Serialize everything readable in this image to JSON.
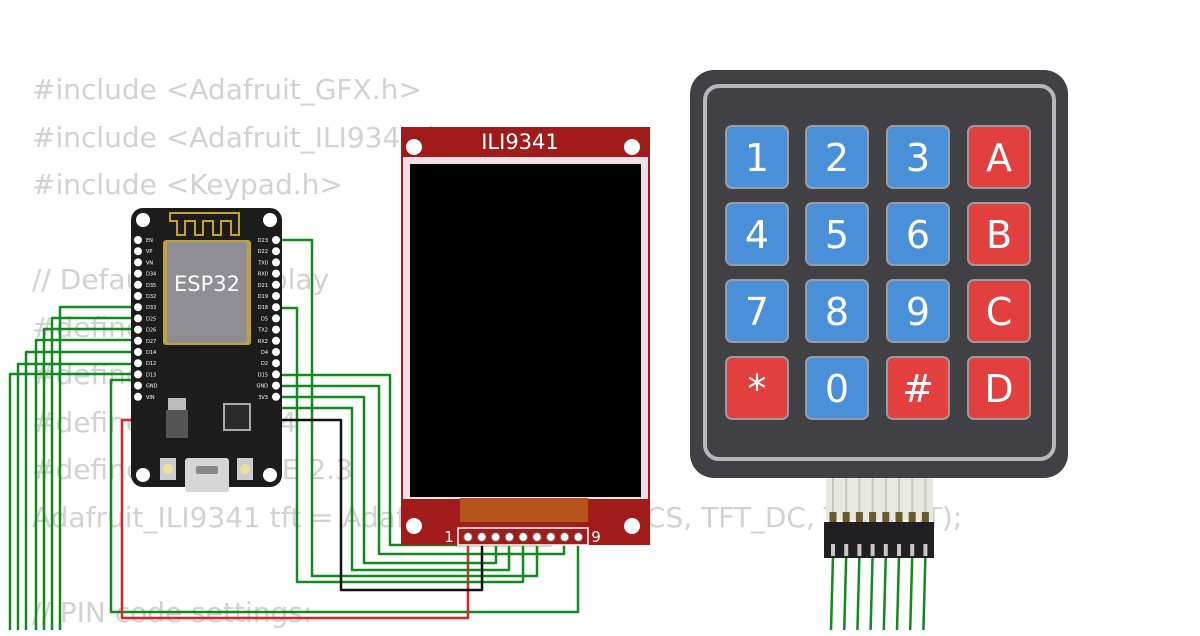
{
  "code_lines": [
    "#include <Adafruit_GFX.h>",
    "#include <Adafruit_ILI9341.h>",
    "#include <Keypad.h>",
    "",
    "// Default TFT display",
    "#define TFT_CS 5",
    "#define TFT_DC 2",
    "#define TFT_RST 4",
    "#define TEXT_SIZE 2.3",
    "Adafruit_ILI9341 tft = Adafruit_ILI9341(TFT_CS, TFT_DC, TFT_RST);",
    "",
    "// PIN code settings:"
  ],
  "esp32": {
    "chip_label": "ESP32",
    "left_pins": [
      "EN",
      "VP",
      "VN",
      "D34",
      "D35",
      "D32",
      "D33",
      "D25",
      "D26",
      "D27",
      "D14",
      "D12",
      "D13",
      "GND",
      "VIN"
    ],
    "right_pins": [
      "D23",
      "D22",
      "TX0",
      "RX0",
      "D21",
      "D19",
      "D18",
      "D5",
      "TX2",
      "RX2",
      "D4",
      "D2",
      "D15",
      "GND",
      "3V3"
    ]
  },
  "tft": {
    "label": "ILI9341",
    "pin_first": "1",
    "pin_last": "9"
  },
  "keypad": {
    "keys": [
      [
        "1",
        "2",
        "3",
        "A"
      ],
      [
        "4",
        "5",
        "6",
        "B"
      ],
      [
        "7",
        "8",
        "9",
        "C"
      ],
      [
        "*",
        "0",
        "#",
        "D"
      ]
    ],
    "colors": {
      "number": "#4a90d9",
      "letter": "#e2403f",
      "body": "#404045",
      "frame": "#b8b8bc"
    }
  },
  "wire_colors": {
    "signal": "#118a1e",
    "ground": "#111111",
    "power": "#e02424"
  }
}
